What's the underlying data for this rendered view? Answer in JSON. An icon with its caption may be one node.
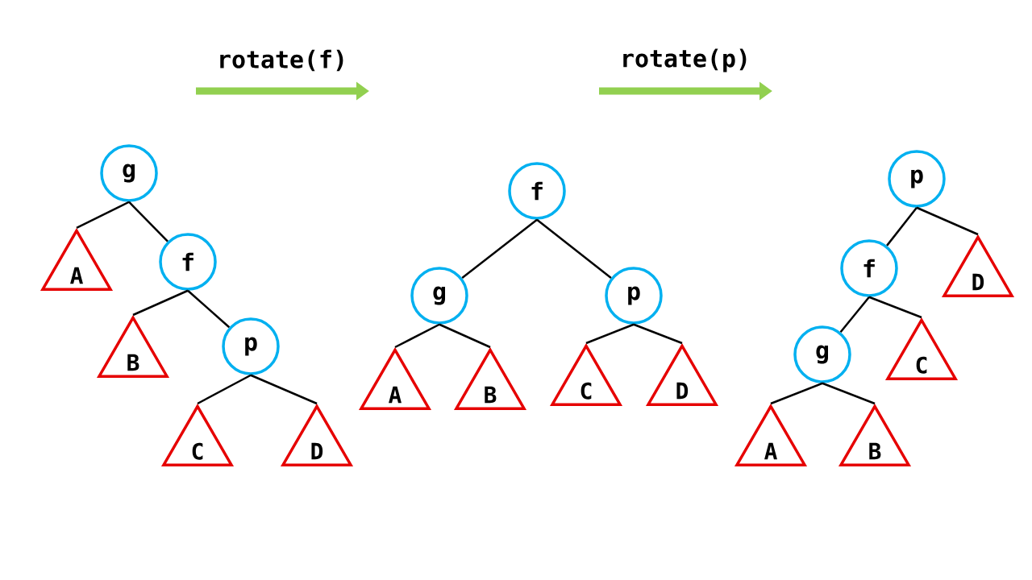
{
  "diagram": {
    "nodes": [
      {
        "text": [
          "g"
        ]
      },
      {
        "text": [
          "A"
        ]
      },
      {
        "text": [
          "f"
        ]
      },
      {
        "text": [
          "B"
        ]
      },
      {
        "text": [
          "p"
        ]
      },
      {
        "text": [
          "C"
        ]
      },
      {
        "text": [
          "D"
        ]
      },
      {
        "text": [
          "f"
        ]
      },
      {
        "text": [
          "g"
        ]
      },
      {
        "text": [
          "p"
        ]
      },
      {
        "text": [
          "A"
        ]
      },
      {
        "text": [
          "B"
        ]
      },
      {
        "text": [
          "C"
        ]
      },
      {
        "text": [
          "D"
        ]
      },
      {
        "text": [
          "p"
        ]
      },
      {
        "text": [
          "f"
        ]
      },
      {
        "text": [
          "D"
        ]
      },
      {
        "text": [
          "g"
        ]
      },
      {
        "text": [
          "C"
        ]
      },
      {
        "text": [
          "A"
        ]
      },
      {
        "text": [
          "B"
        ]
      }
    ],
    "edges": [
      {
        "from": 0,
        "to": 1,
        "arrow": "none"
      },
      {
        "from": 0,
        "to": 2,
        "arrow": "none"
      },
      {
        "from": 2,
        "to": 3,
        "arrow": "none"
      },
      {
        "from": 2,
        "to": 4,
        "arrow": "none"
      },
      {
        "from": 4,
        "to": 5,
        "arrow": "none"
      },
      {
        "from": 4,
        "to": 6,
        "arrow": "none"
      },
      {
        "from": 7,
        "to": 8,
        "arrow": "none"
      },
      {
        "from": 7,
        "to": 9,
        "arrow": "none"
      },
      {
        "from": 8,
        "to": 10,
        "arrow": "none"
      },
      {
        "from": 8,
        "to": 11,
        "arrow": "none"
      },
      {
        "from": 9,
        "to": 12,
        "arrow": "none"
      },
      {
        "from": 9,
        "to": 13,
        "arrow": "none"
      },
      {
        "from": 14,
        "to": 15,
        "arrow": "none"
      },
      {
        "from": 14,
        "to": 16,
        "arrow": "none"
      },
      {
        "from": 15,
        "to": 17,
        "arrow": "none"
      },
      {
        "from": 15,
        "to": 18,
        "arrow": "none"
      },
      {
        "from": 17,
        "to": 19,
        "arrow": "none"
      },
      {
        "from": 17,
        "to": 20,
        "arrow": "none"
      }
    ],
    "labels": [
      "rotate(f)",
      "rotate(p)"
    ]
  }
}
